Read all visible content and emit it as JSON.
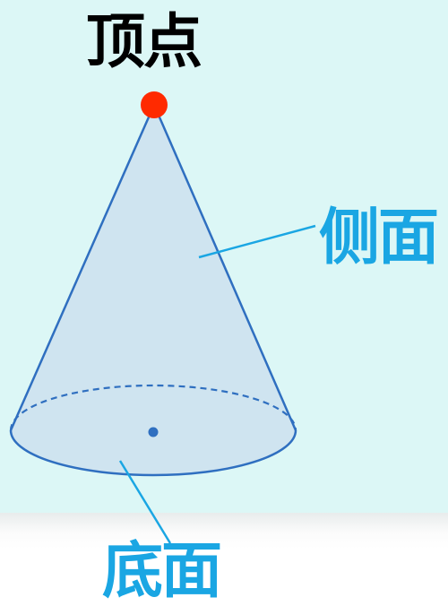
{
  "labels": {
    "apex": "顶点",
    "lateral_surface": "侧面",
    "base": "底面"
  },
  "colors": {
    "background_top": "#dcf7f6",
    "cone_fill": "#cfe4f0",
    "cone_outline": "#2f6fc0",
    "apex_point": "#ff2a00",
    "label_accent": "#1aa6e3",
    "label_dark": "#000000"
  }
}
